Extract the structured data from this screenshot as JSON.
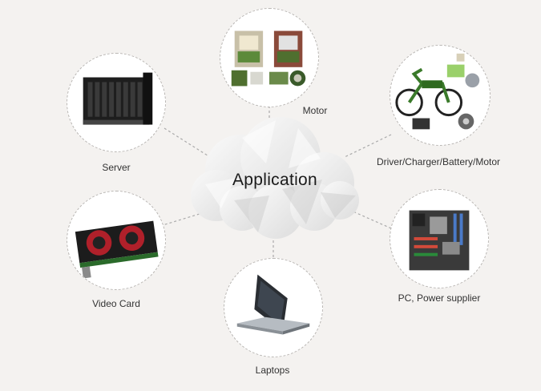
{
  "center": {
    "title": "Application"
  },
  "nodes": {
    "motor": {
      "label": "Motor",
      "icon": "motor-components-photo"
    },
    "ebike": {
      "label": "Driver/Charger/Battery/Motor",
      "icon": "electric-bike-photo"
    },
    "server": {
      "label": "Server",
      "icon": "server-rack-photo"
    },
    "pc": {
      "label": "PC, Power supplier",
      "icon": "motherboard-photo"
    },
    "video": {
      "label": "Video Card",
      "icon": "graphics-card-photo"
    },
    "laptop": {
      "label": "Laptops",
      "icon": "laptop-photo"
    }
  },
  "colors": {
    "background": "#f4f2f0",
    "circle_border": "#b9b6b3",
    "connector": "#aaaaaa",
    "text": "#333333"
  }
}
